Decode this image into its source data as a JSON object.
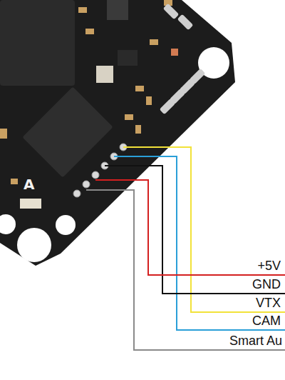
{
  "diagram": {
    "labels": [
      "+5V",
      "GND",
      "VTX",
      "CAM",
      "Smart Au",
      "A"
    ]
  }
}
